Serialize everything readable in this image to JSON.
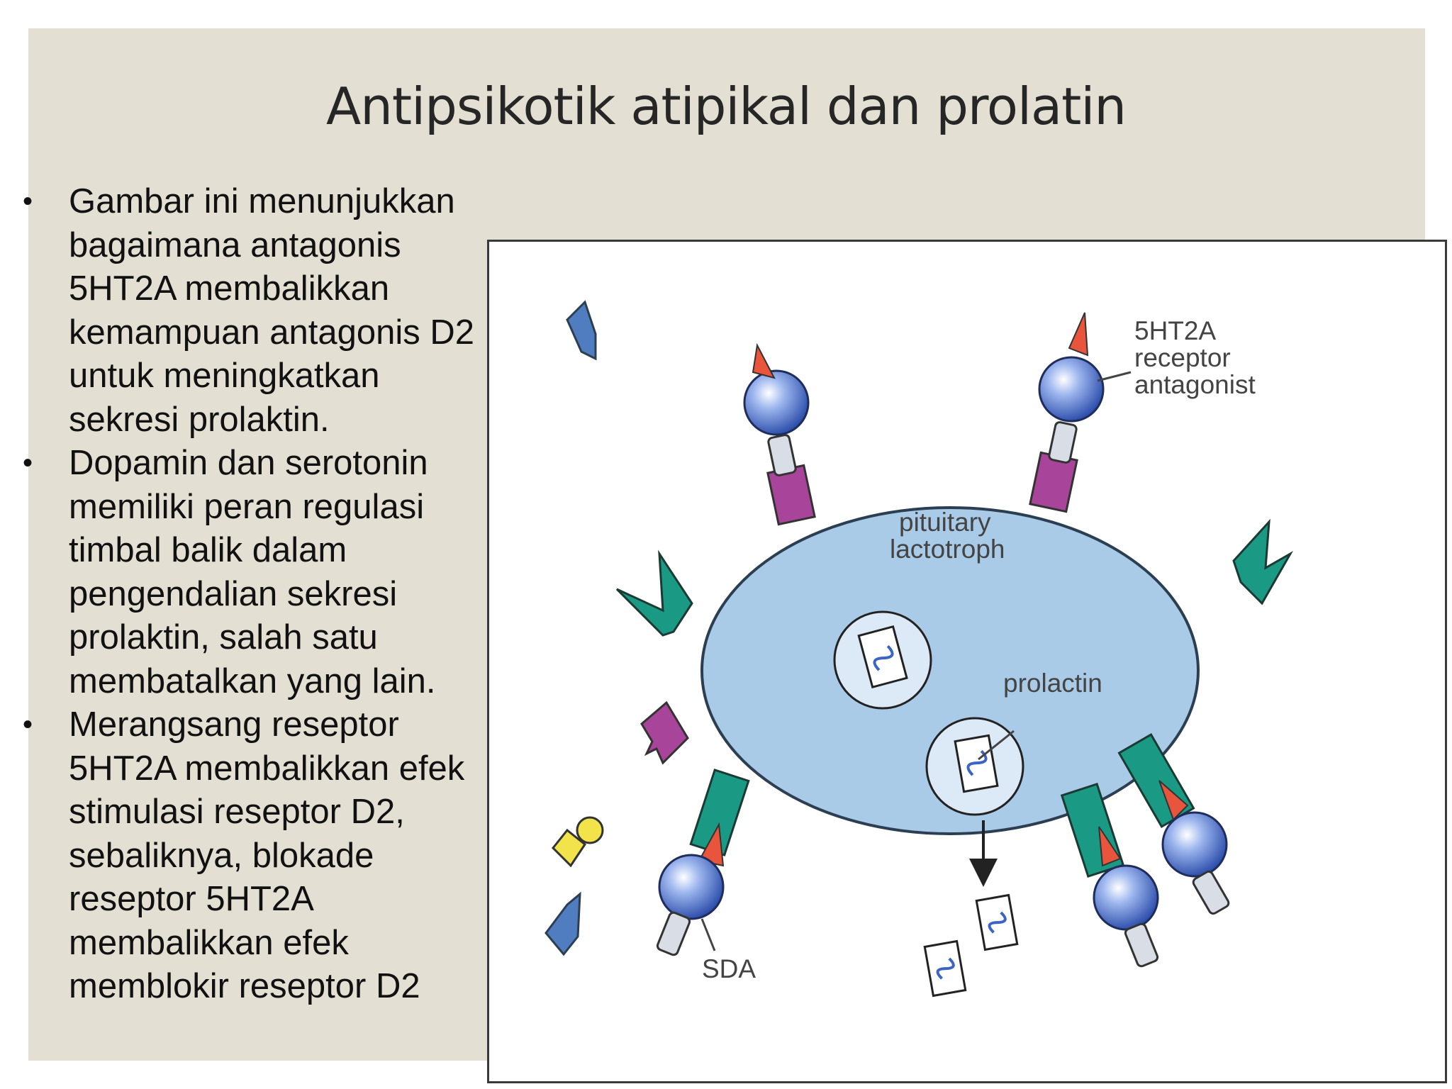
{
  "slide": {
    "title": "Antipsikotik atipikal dan prolatin",
    "bullets": [
      "Gambar ini menunjukkan bagaimana antagonis 5HT2A membalikkan kemampuan antagonis D2 untuk meningkatkan sekresi prolaktin.",
      "Dopamin dan serotonin memiliki peran regulasi timbal balik dalam pengendalian sekresi prolaktin, salah satu membatalkan yang lain.",
      "Merangsang reseptor 5HT2A membalikkan efek stimulasi reseptor D2, sebaliknya, blokade reseptor 5HT2A membalikkan efek memblokir reseptor D2"
    ],
    "bullet_symbol": "•"
  },
  "figure": {
    "labels": {
      "receptor_line1": "5HT2A",
      "receptor_line2": "receptor",
      "receptor_line3": "antagonist",
      "cell_line1": "pituitary",
      "cell_line2": "lactotroph",
      "prolactin": "prolactin",
      "sda": "SDA"
    },
    "colors": {
      "cell": "#a9cbe8",
      "receptor_teal": "#1a9a84",
      "receptor_purple": "#a8449a",
      "drug_ball": "#3b64c4",
      "drug_tip": "#e8553c",
      "dopamine": "#4f7dbf",
      "serotonin": "#f2e34a"
    }
  }
}
